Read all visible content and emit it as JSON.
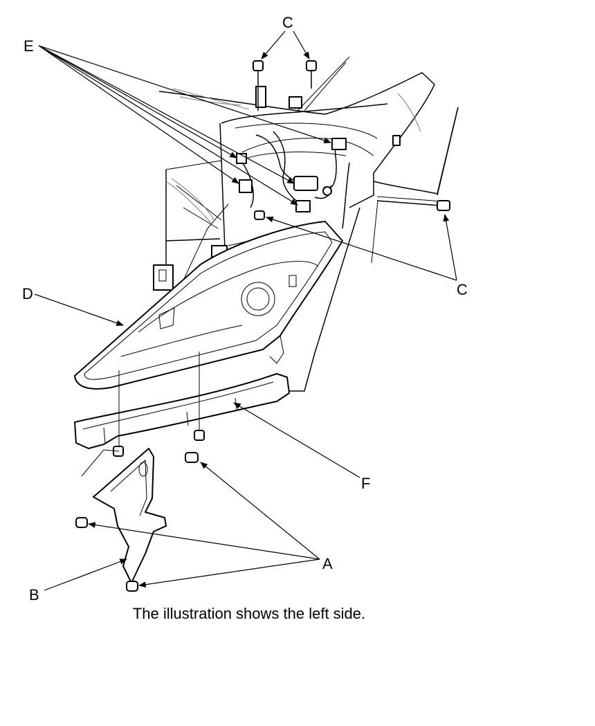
{
  "callouts": {
    "a": "A",
    "b": "B",
    "c": "C",
    "d": "D",
    "e": "E",
    "f": "F"
  },
  "caption": "The illustration shows the left side."
}
